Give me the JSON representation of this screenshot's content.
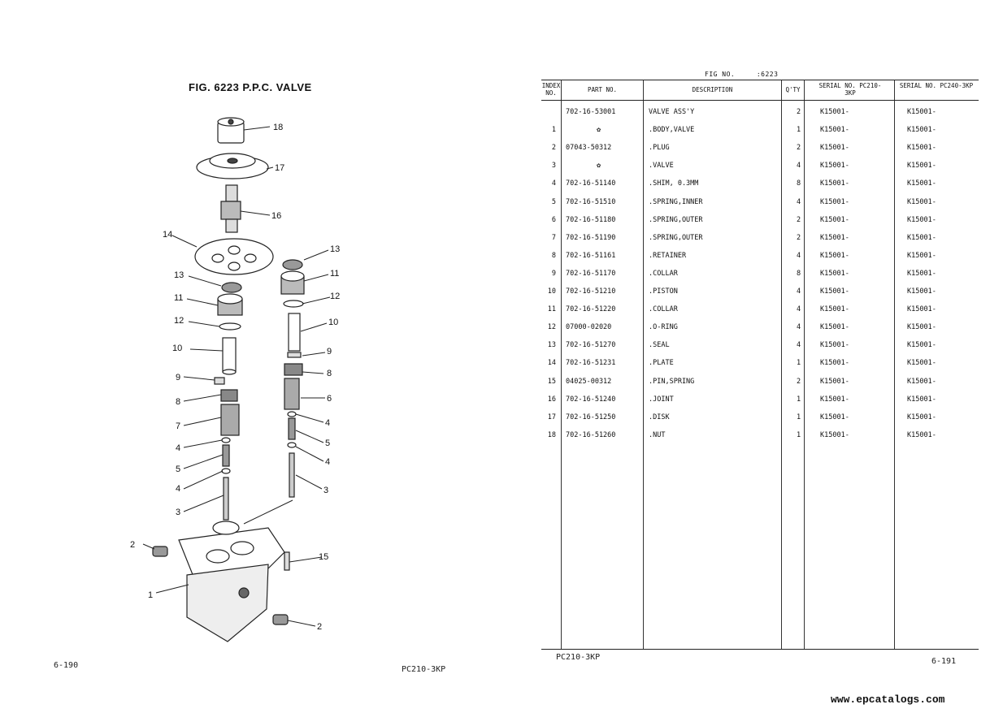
{
  "left_page": {
    "figure_title": "FIG. 6223  P.P.C. VALVE",
    "page_number": "6-190",
    "model": "PC210-3KP",
    "callouts": [
      "18",
      "17",
      "16",
      "14",
      "13",
      "11",
      "12",
      "10",
      "9",
      "8",
      "7",
      "4",
      "5",
      "4",
      "3",
      "2",
      "1",
      "13",
      "11",
      "12",
      "10",
      "9",
      "8",
      "6",
      "4",
      "5",
      "4",
      "3",
      "15",
      "2"
    ]
  },
  "right_page": {
    "fig_no_label": "FIG NO.",
    "fig_no_value": ":6223",
    "headers": {
      "index": "INDEX NO.",
      "part": "PART NO.",
      "description": "DESCRIPTION",
      "qty": "Q'TY",
      "serial1": "SERIAL NO. PC210-3KP",
      "serial2": "SERIAL NO. PC240-3KP"
    },
    "rows": [
      {
        "index": "",
        "part": "702-16-53001",
        "desc": "VALVE ASS'Y",
        "qty": "2",
        "s1": "K15001-",
        "s2": "K15001-"
      },
      {
        "index": "1",
        "part": "✿",
        "desc": ".BODY,VALVE",
        "qty": "1",
        "s1": "K15001-",
        "s2": "K15001-"
      },
      {
        "index": "2",
        "part": "07043-50312",
        "desc": ".PLUG",
        "qty": "2",
        "s1": "K15001-",
        "s2": "K15001-"
      },
      {
        "index": "3",
        "part": "✿",
        "desc": ".VALVE",
        "qty": "4",
        "s1": "K15001-",
        "s2": "K15001-"
      },
      {
        "index": "4",
        "part": "702-16-51140",
        "desc": ".SHIM, 0.3MM",
        "qty": "8",
        "s1": "K15001-",
        "s2": "K15001-"
      },
      {
        "index": "5",
        "part": "702-16-51510",
        "desc": ".SPRING,INNER",
        "qty": "4",
        "s1": "K15001-",
        "s2": "K15001-"
      },
      {
        "index": "6",
        "part": "702-16-51180",
        "desc": ".SPRING,OUTER",
        "qty": "2",
        "s1": "K15001-",
        "s2": "K15001-"
      },
      {
        "index": "7",
        "part": "702-16-51190",
        "desc": ".SPRING,OUTER",
        "qty": "2",
        "s1": "K15001-",
        "s2": "K15001-"
      },
      {
        "index": "8",
        "part": "702-16-51161",
        "desc": ".RETAINER",
        "qty": "4",
        "s1": "K15001-",
        "s2": "K15001-"
      },
      {
        "index": "9",
        "part": "702-16-51170",
        "desc": ".COLLAR",
        "qty": "8",
        "s1": "K15001-",
        "s2": "K15001-"
      },
      {
        "index": "10",
        "part": "702-16-51210",
        "desc": ".PISTON",
        "qty": "4",
        "s1": "K15001-",
        "s2": "K15001-"
      },
      {
        "index": "11",
        "part": "702-16-51220",
        "desc": ".COLLAR",
        "qty": "4",
        "s1": "K15001-",
        "s2": "K15001-"
      },
      {
        "index": "12",
        "part": "07000-02020",
        "desc": ".O-RING",
        "qty": "4",
        "s1": "K15001-",
        "s2": "K15001-"
      },
      {
        "index": "13",
        "part": "702-16-51270",
        "desc": ".SEAL",
        "qty": "4",
        "s1": "K15001-",
        "s2": "K15001-"
      },
      {
        "index": "14",
        "part": "702-16-51231",
        "desc": ".PLATE",
        "qty": "1",
        "s1": "K15001-",
        "s2": "K15001-"
      },
      {
        "index": "15",
        "part": "04025-00312",
        "desc": ".PIN,SPRING",
        "qty": "2",
        "s1": "K15001-",
        "s2": "K15001-"
      },
      {
        "index": "16",
        "part": "702-16-51240",
        "desc": ".JOINT",
        "qty": "1",
        "s1": "K15001-",
        "s2": "K15001-"
      },
      {
        "index": "17",
        "part": "702-16-51250",
        "desc": ".DISK",
        "qty": "1",
        "s1": "K15001-",
        "s2": "K15001-"
      },
      {
        "index": "18",
        "part": "702-16-51260",
        "desc": ".NUT",
        "qty": "1",
        "s1": "K15001-",
        "s2": "K15001-"
      }
    ],
    "model": "PC210-3KP",
    "page_number": "6-191"
  },
  "watermark": "www.epcatalogs.com"
}
